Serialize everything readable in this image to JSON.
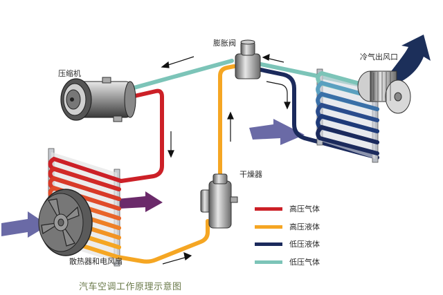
{
  "diagram": {
    "caption": "汽车空调工作原理示意图",
    "components": {
      "compressor": "压缩机",
      "expansion_valve": "膨胀阀",
      "condenser_fan": "散热器和电风扇",
      "dryer": "干燥器",
      "cold_air_outlet": "冷气出风口"
    },
    "legend": [
      {
        "label": "高压气体",
        "color": "#cc2027"
      },
      {
        "label": "高压液体",
        "color": "#f5a623"
      },
      {
        "label": "低压液体",
        "color": "#1b2a5c"
      },
      {
        "label": "低压气体",
        "color": "#7cc4b8"
      }
    ],
    "colors": {
      "airflow_in": "#6a6aa6",
      "hot_air_out": "#6b2a6a",
      "cold_air_arrow": "#1c2f5a"
    }
  }
}
